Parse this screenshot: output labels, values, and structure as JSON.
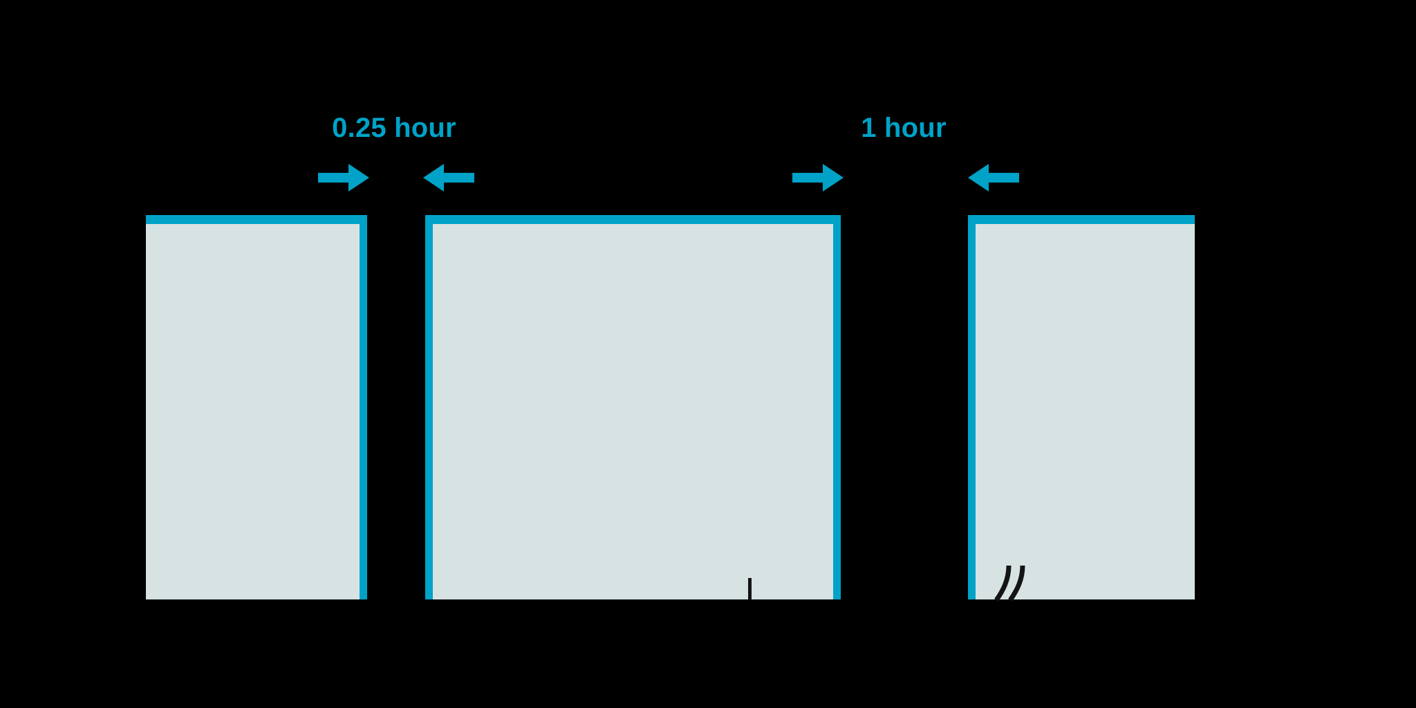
{
  "figure": {
    "background_color": "#000000",
    "accent_color": "#00a3c7",
    "bar_fill_color": "#d7e3e3",
    "tick_color": "#141414"
  },
  "annotations": {
    "gaps": [
      {
        "id": "gap-1",
        "label": "0.25 hour",
        "between": "bar-1-and-bar-2",
        "left_arrow_icon": "arrow-right-icon",
        "right_arrow_icon": "arrow-left-icon"
      },
      {
        "id": "gap-2",
        "label": "1 hour",
        "between": "bar-2-and-bar-3",
        "left_arrow_icon": "arrow-right-icon",
        "right_arrow_icon": "arrow-left-icon"
      }
    ],
    "axis_tick": {
      "name": "axis-tick-mark",
      "color": "#141414"
    },
    "axis_break": {
      "name": "axis-break-icon",
      "symbol": "double-slash",
      "color": "#141414"
    }
  },
  "chart_data": {
    "type": "bar",
    "title": "",
    "subtitle": "",
    "xlabel": "",
    "ylabel": "",
    "grid": false,
    "legend": null,
    "categories": [
      "bar-1",
      "bar-2",
      "bar-3"
    ],
    "values": [
      1,
      1,
      1
    ],
    "ylim": [
      0,
      1
    ],
    "bars": [
      {
        "id": "bar-1",
        "label": "",
        "fill": "#d7e3e3",
        "stroke": "#00a3c7",
        "borders": [
          "top",
          "right"
        ],
        "truncated_side": "left"
      },
      {
        "id": "bar-2",
        "label": "",
        "fill": "#d7e3e3",
        "stroke": "#00a3c7",
        "borders": [
          "top",
          "left",
          "right"
        ],
        "truncated_side": "none"
      },
      {
        "id": "bar-3",
        "label": "",
        "fill": "#d7e3e3",
        "stroke": "#00a3c7",
        "borders": [
          "top",
          "left"
        ],
        "truncated_side": "right"
      }
    ],
    "gap_annotations": [
      {
        "between": [
          "bar-1",
          "bar-2"
        ],
        "label": "0.25 hour",
        "value": 0.25,
        "unit": "hour"
      },
      {
        "between": [
          "bar-2",
          "bar-3"
        ],
        "label": "1 hour",
        "value": 1,
        "unit": "hour"
      }
    ]
  }
}
